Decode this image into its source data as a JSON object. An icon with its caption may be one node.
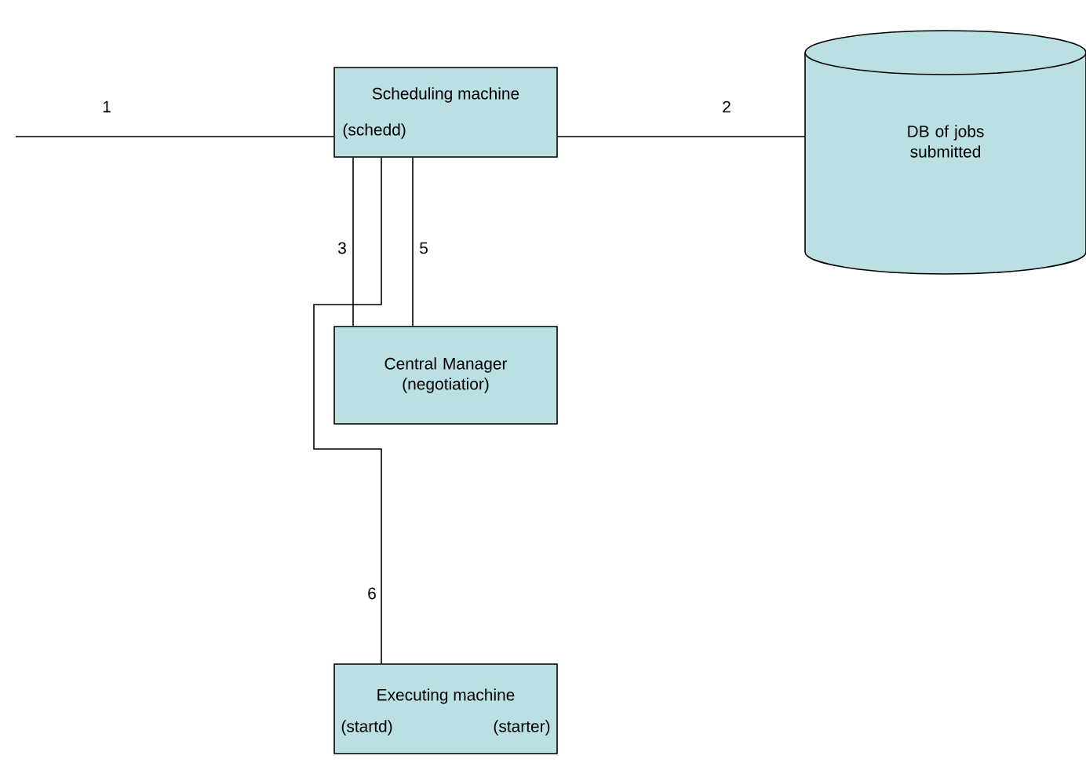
{
  "diagram": {
    "nodes": [
      {
        "text": [
          "Scheduling machine",
          "(schedd)"
        ]
      },
      {
        "text": [
          "DB of jobs submitted"
        ]
      },
      {
        "text": [
          "Central Manager (negotiatior)"
        ]
      },
      {
        "text": [
          "Executing machine",
          "(startd)",
          "(starter)"
        ]
      }
    ],
    "edges": [
      {
        "from": null,
        "to": 0,
        "arrow": "none",
        "label": "1"
      },
      {
        "from": 0,
        "to": 1,
        "arrow": "none",
        "label": "2"
      },
      {
        "from": 0,
        "to": 2,
        "arrow": "none",
        "label": "3"
      },
      {
        "from": 0,
        "to": 2,
        "arrow": "none",
        "label": "5"
      },
      {
        "from": 0,
        "to": 3,
        "arrow": "none",
        "label": "6"
      }
    ]
  }
}
